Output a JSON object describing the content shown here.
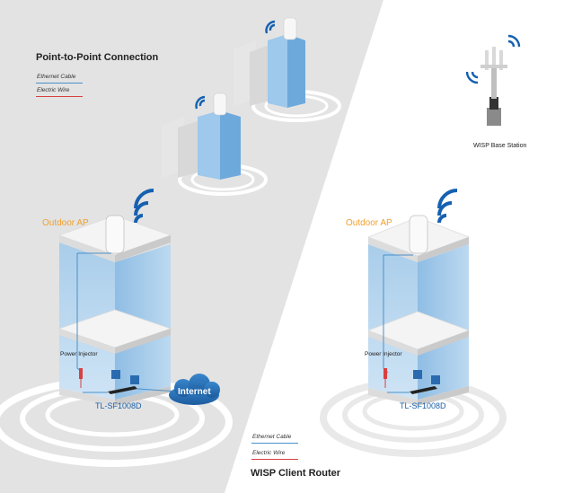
{
  "left": {
    "title": "Point-to-Point Connection",
    "legend": [
      "Ethernet Cable",
      "Electric Wire"
    ],
    "ap_label": "Outdoor AP",
    "injector_label": "Power Injector",
    "switch_label": "TL-SF1008D",
    "cloud_label": "Internet"
  },
  "right": {
    "title": "WISP Client Router",
    "legend": [
      "Ethernet Cable",
      "Electric Wire"
    ],
    "ap_label": "Outdoor AP",
    "injector_label": "Power Injector",
    "switch_label": "TL-SF1008D",
    "station_label": "WISP Base Station"
  },
  "colors": {
    "left_bg": "#e3e3e3",
    "ethernet": "#4a90c8",
    "electric": "#d84040",
    "accent_orange": "#f0a030",
    "signal_blue": "#1560b0"
  }
}
